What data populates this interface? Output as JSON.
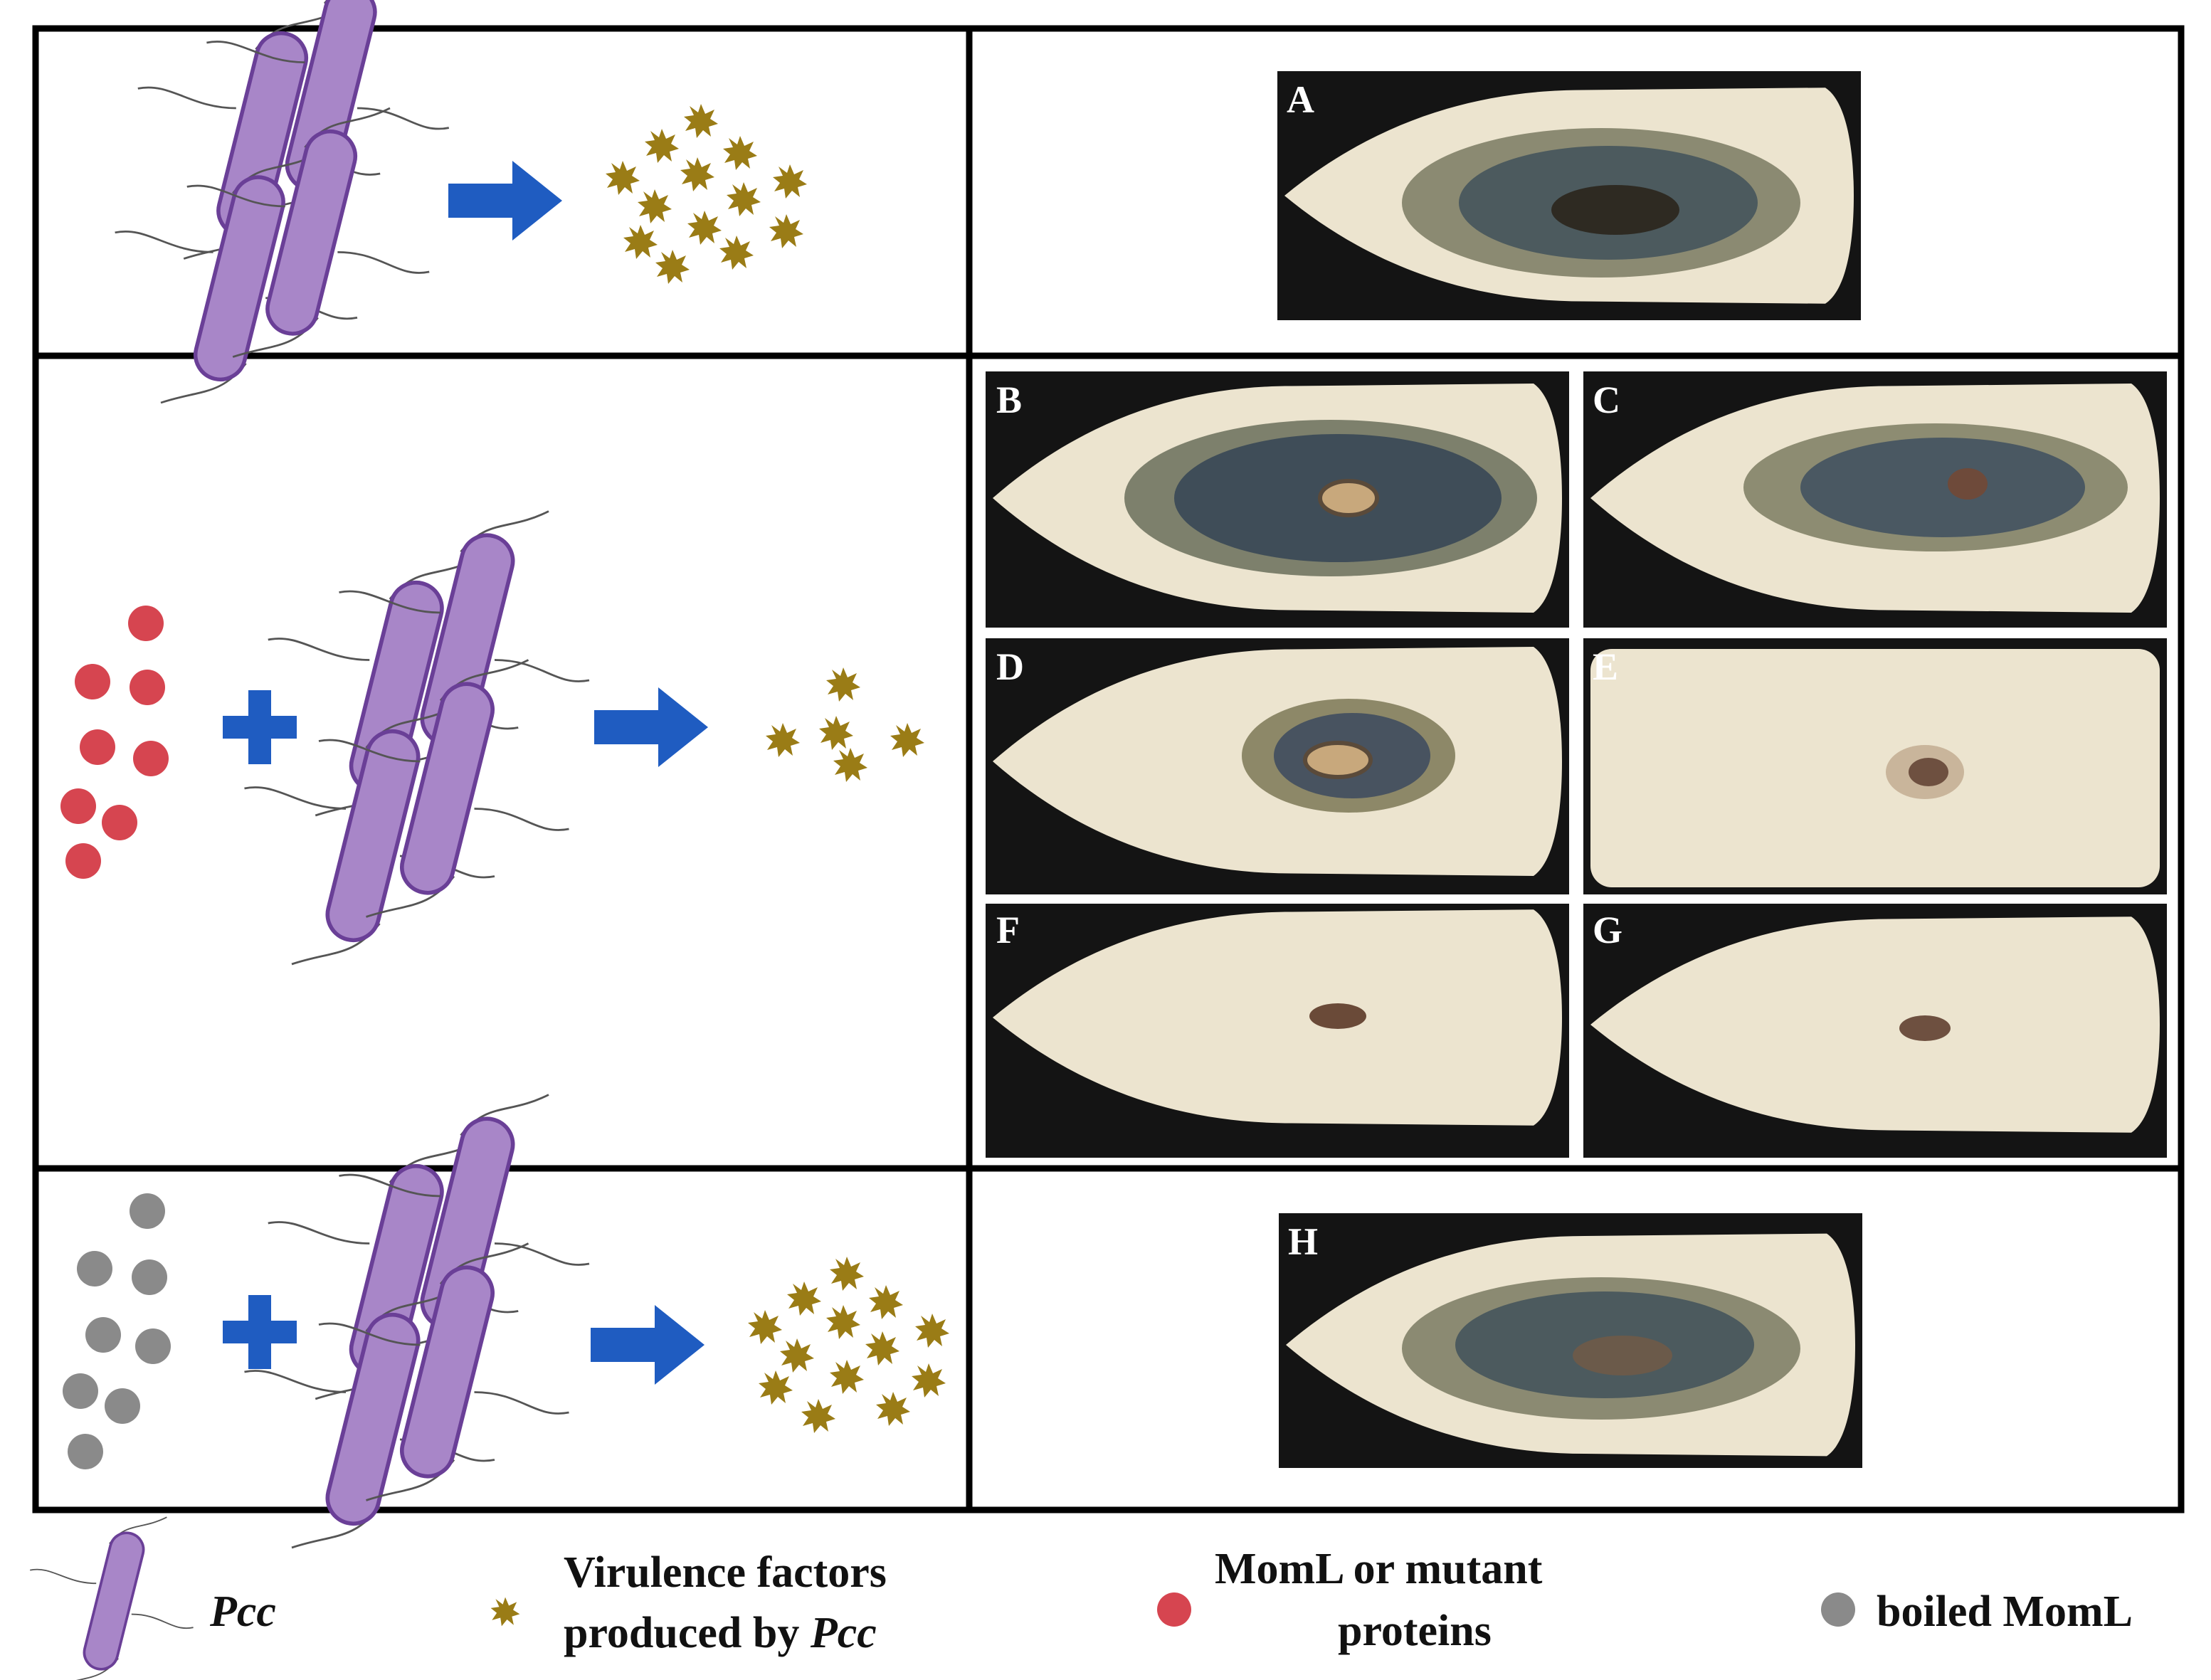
{
  "panel_labels": {
    "a": "A",
    "b": "B",
    "c": "C",
    "d": "D",
    "e": "E",
    "f": "F",
    "g": "G",
    "h": "H"
  },
  "legend": {
    "pcc": "Pcc",
    "virulence_line1": "Virulence factors",
    "virulence_line2_prefix": "produced by ",
    "virulence_line2_italic": "Pcc",
    "momL_line1": "MomL or mutant",
    "momL_line2": "proteins",
    "boiled": "boiled MomL"
  },
  "colors": {
    "bacteria_fill": "#a886c8",
    "bacteria_stroke": "#6a3f97",
    "arrow": "#1f5cc1",
    "virulence": "#9a7c16",
    "momL": "#d64550",
    "boiled_momL": "#8a8a8a",
    "frame": "#000000",
    "photo_bg": "#141414"
  },
  "icons": {
    "bacterium": "rod-bacterium-icon",
    "virulence": "spiky-star-icon",
    "arrow": "right-arrow-icon",
    "plus": "plus-icon",
    "protein": "dot-icon"
  },
  "rows": [
    {
      "id": "row-1",
      "protein": "none",
      "virulence_level": "high",
      "photos": [
        "A"
      ]
    },
    {
      "id": "row-2",
      "protein": "MomL or mutant proteins",
      "virulence_level": "low",
      "photos": [
        "B",
        "C",
        "D",
        "E",
        "F",
        "G"
      ]
    },
    {
      "id": "row-3",
      "protein": "boiled MomL",
      "virulence_level": "high",
      "photos": [
        "H"
      ]
    }
  ]
}
